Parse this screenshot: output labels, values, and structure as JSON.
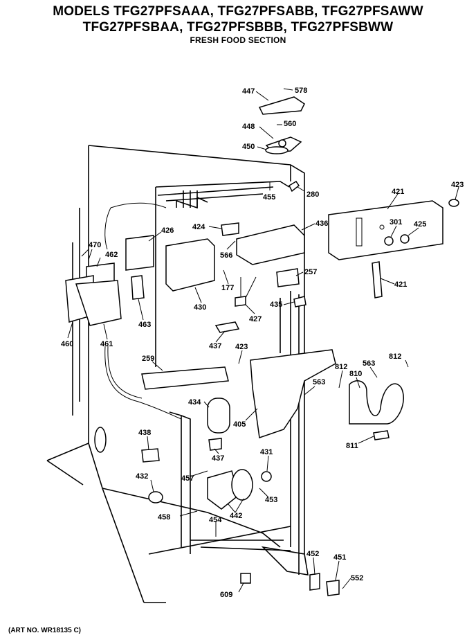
{
  "title": {
    "line1": "MODELS TFG27PFSAAA, TFG27PFSABB, TFG27PFSAWW",
    "line2": "TFG27PFSBAA, TFG27PFSBBB, TFG27PFSBWW",
    "line3": "FRESH FOOD SECTION"
  },
  "art_number": "(ART NO. WR18135 C)",
  "callouts": {
    "c578": "578",
    "c447": "447",
    "c560": "560",
    "c448": "448",
    "c450": "450",
    "c280": "280",
    "c455": "455",
    "c421a": "421",
    "c423a": "423",
    "c424": "424",
    "c426": "426",
    "c436": "436",
    "c301": "301",
    "c425": "425",
    "c470": "470",
    "c566": "566",
    "c462": "462",
    "c177": "177",
    "c257": "257",
    "c421b": "421",
    "c430": "430",
    "c463": "463",
    "c427": "427",
    "c435": "435",
    "c460": "460",
    "c461": "461",
    "c437a": "437",
    "c423b": "423",
    "c812a": "812",
    "c563a": "563",
    "c812b": "812",
    "c259": "259",
    "c810": "810",
    "c563b": "563",
    "c434": "434",
    "c405": "405",
    "c811": "811",
    "c438": "438",
    "c437b": "437",
    "c431": "431",
    "c432": "432",
    "c457": "457",
    "c453": "453",
    "c442": "442",
    "c458": "458",
    "c454": "454",
    "c452": "452",
    "c451": "451",
    "c552": "552",
    "c609": "609"
  }
}
